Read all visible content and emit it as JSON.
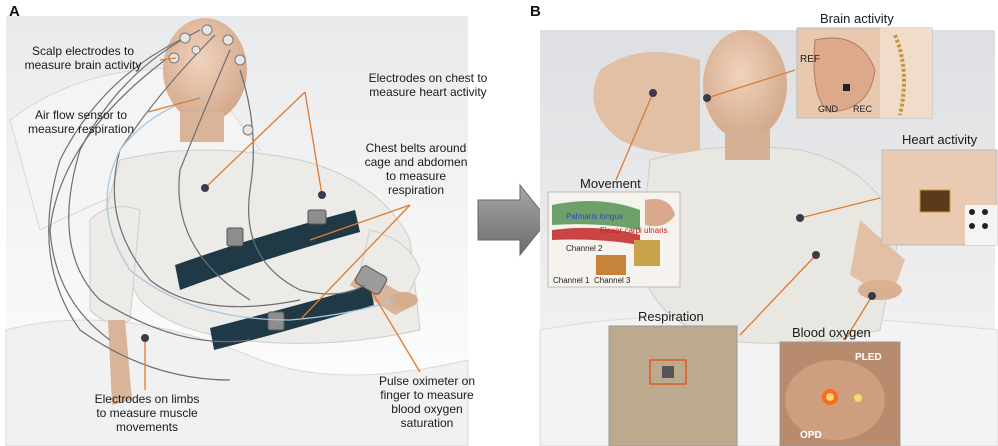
{
  "panel_a": {
    "letter": "A",
    "labels": {
      "scalp": [
        "Scalp electrodes to",
        "measure brain activity"
      ],
      "airflow": [
        "Air flow sensor to",
        "measure respiration"
      ],
      "chest_electrodes": [
        "Electrodes on chest to",
        "measure heart activity"
      ],
      "belts": [
        "Chest belts around",
        "cage and abdomen",
        "to measure",
        "respiration"
      ],
      "limbs": [
        "Electrodes on limbs",
        "to measure muscle",
        "movements"
      ],
      "oximeter": [
        "Pulse oximeter on",
        "finger to measure",
        "blood oxygen",
        "saturation"
      ]
    }
  },
  "panel_b": {
    "letter": "B",
    "labels": {
      "brain": "Brain activity",
      "heart": "Heart activity",
      "movement": "Movement",
      "respiration": "Respiration",
      "oxygen": "Blood oxygen"
    },
    "inset_text": {
      "ref": "REF",
      "gnd": "GND",
      "rec": "REC",
      "pled": "PLED",
      "opd": "OPD",
      "channel2": "Channel 2",
      "channel1": "Channel 1",
      "channel3": "Channel 3",
      "palmaris": "Palmaris longus",
      "flexor": "Flexor carpi ulnaris"
    }
  },
  "colors": {
    "leader": "#e07a2e",
    "dot": "#3a3a4a",
    "arrow": "#8a8a8a",
    "belt": "#1f3947",
    "skin": "#e8c4a8",
    "shirt": "#e9e7e2"
  }
}
